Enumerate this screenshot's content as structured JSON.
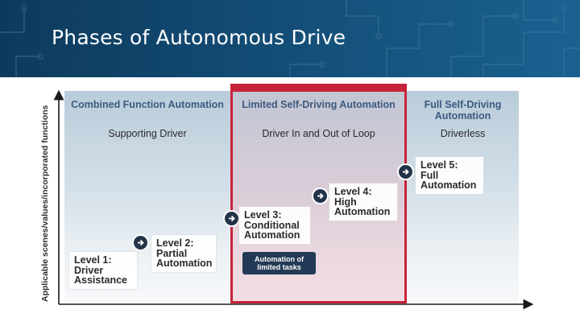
{
  "slide": {
    "title": "Phases of Autonomous Drive"
  },
  "diagram": {
    "y_axis_label": "Applicable scenes/values/incorporated functions",
    "columns": [
      {
        "heading": [
          "Combined Function Automation"
        ],
        "subheading": "Supporting Driver"
      },
      {
        "heading": [
          "Limited Self-Driving Automation"
        ],
        "subheading": "Driver In and Out of Loop"
      },
      {
        "heading": [
          "Full Self-Driving",
          "Automation"
        ],
        "subheading": "Driverless"
      }
    ],
    "levels": [
      {
        "lines": [
          "Level 1:",
          "Driver",
          "Assistance"
        ]
      },
      {
        "lines": [
          "Level 2:",
          "Partial",
          "Automation"
        ]
      },
      {
        "lines": [
          "Level 3:",
          "Conditional",
          "Automation"
        ]
      },
      {
        "lines": [
          "Level 4:",
          "High",
          "Automation"
        ]
      },
      {
        "lines": [
          "Level 5:",
          "Full",
          "Automation"
        ]
      }
    ],
    "note": {
      "lines": [
        "Automation of",
        "limited tasks"
      ]
    },
    "colors": {
      "highlight_border": "#c8233a",
      "heading_text": "#3c5a80",
      "arrow_button": "#233449",
      "note_box": "#223a55",
      "banner": "#14507a"
    },
    "icons": {
      "level_marker": "arrow-right-icon"
    }
  }
}
